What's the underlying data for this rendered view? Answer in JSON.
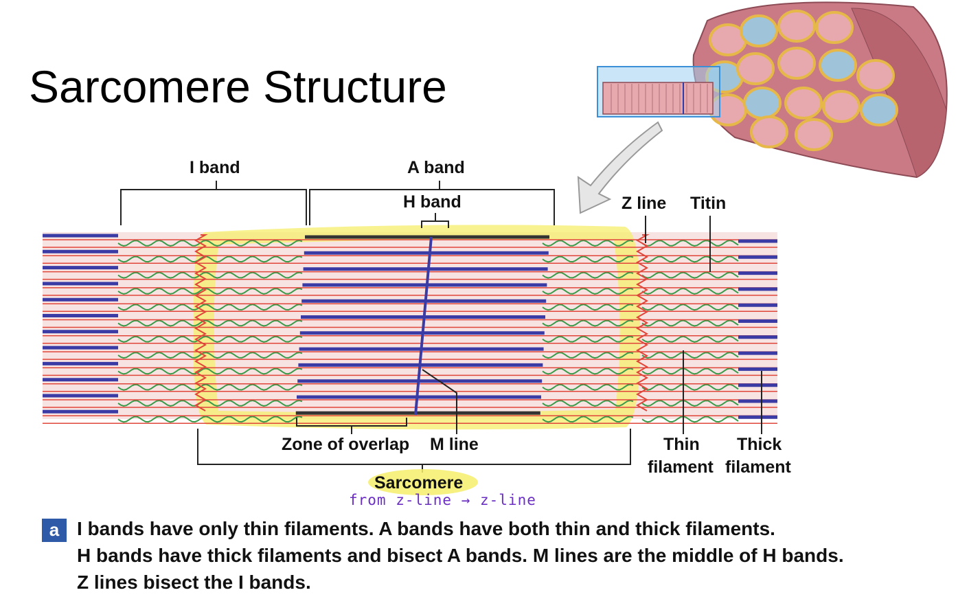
{
  "title": "Sarcomere Structure",
  "labels": {
    "i_band": "I band",
    "a_band": "A band",
    "h_band": "H band",
    "z_line": "Z line",
    "titin": "Titin",
    "zone_of_overlap": "Zone of overlap",
    "m_line": "M line",
    "thin_filament_1": "Thin",
    "thin_filament_2": "filament",
    "thick_filament_1": "Thick",
    "thick_filament_2": "filament",
    "sarcomere": "Sarcomere"
  },
  "handwritten_note": "from z-line → z-line",
  "caption": {
    "badge": "a",
    "line1": "I bands have only thin filaments. A bands have both thin and thick filaments.",
    "line2": "H bands have thick filaments and bisect A bands. M lines are the middle of H bands.",
    "line3": "Z lines bisect the I bands."
  },
  "colors": {
    "thick_filament": "#3b3ba6",
    "thin_filament": "#e0453a",
    "titin": "#3a9a4a",
    "highlight": "#f5ef6b",
    "background_band": "#f7e4e2",
    "badge": "#2f5aa8",
    "handwriting": "#6a2fc2"
  }
}
